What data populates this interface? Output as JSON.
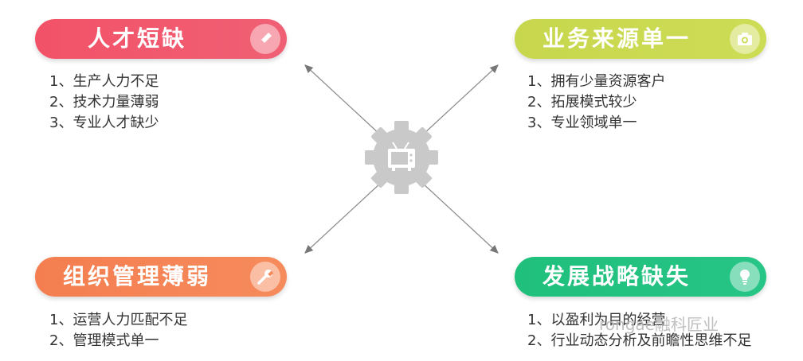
{
  "quadrants": [
    {
      "title": "人才短缺",
      "icon": "pencil-icon",
      "color": "#f25268",
      "items": [
        "1、生产人力不足",
        "2、技术力量薄弱",
        "3、专业人才缺少"
      ]
    },
    {
      "title": "业务来源单一",
      "icon": "camera-icon",
      "color": "#c7d74d",
      "items": [
        "1、拥有少量资源客户",
        "2、拓展模式较少",
        "3、专业领域单一"
      ]
    },
    {
      "title": "组织管理薄弱",
      "icon": "wrench-icon",
      "color": "#f47e50",
      "items": [
        "1、运营人力匹配不足",
        "2、管理模式单一"
      ]
    },
    {
      "title": "发展战略缺失",
      "icon": "lightbulb-icon",
      "color": "#1fbf7c",
      "items": [
        "1、以盈利为目的经营",
        "2、行业动态分析及前瞻性思维不足"
      ]
    }
  ],
  "center_icon": "gear-tv-icon",
  "watermark": "rongae融科匠业"
}
